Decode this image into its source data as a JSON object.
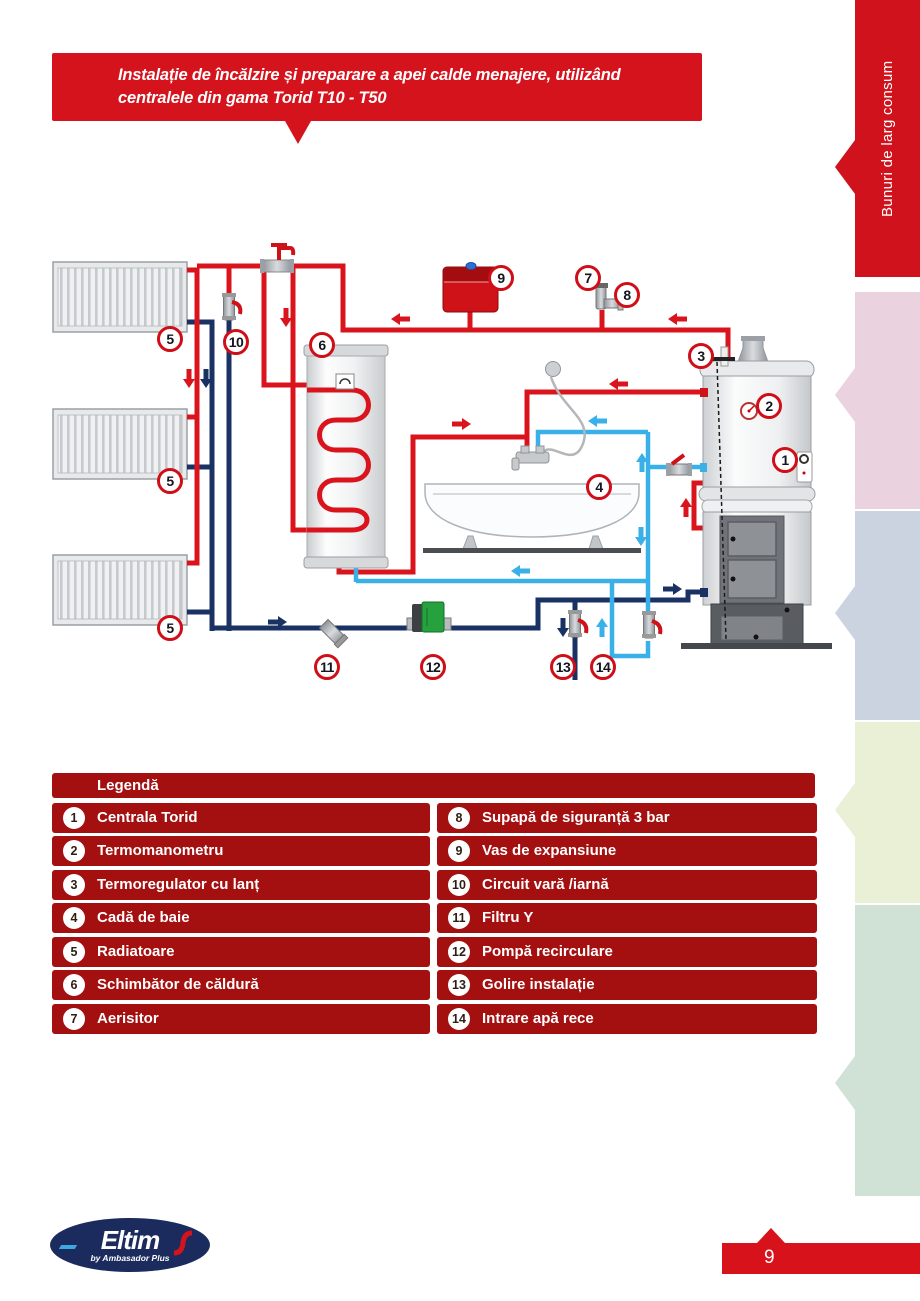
{
  "page": {
    "number": "9"
  },
  "banner": {
    "line1": "Instalație de încălzire și preparare a apei calde menajere, utilizând",
    "line2": "centralele din gama Torid T10 - T50"
  },
  "sidebar": {
    "active_label": "Bunuri de larg consum"
  },
  "legend": {
    "title": "Legendă",
    "left": [
      {
        "num": "1",
        "label": "Centrala Torid"
      },
      {
        "num": "2",
        "label": "Termomanometru"
      },
      {
        "num": "3",
        "label": "Termoregulator cu lanț"
      },
      {
        "num": "4",
        "label": "Cadă de baie"
      },
      {
        "num": "5",
        "label": "Radiatoare"
      },
      {
        "num": "6",
        "label": "Schimbător de căldură"
      },
      {
        "num": "7",
        "label": "Aerisitor"
      }
    ],
    "right": [
      {
        "num": "8",
        "label": "Supapă de siguranță 3 bar"
      },
      {
        "num": "9",
        "label": "Vas de expansiune"
      },
      {
        "num": "10",
        "label": "Circuit vară /iarnă"
      },
      {
        "num": "11",
        "label": "Filtru Y"
      },
      {
        "num": "12",
        "label": "Pompă recirculare"
      },
      {
        "num": "13",
        "label": "Golire instalație"
      },
      {
        "num": "14",
        "label": "Intrare apă rece"
      }
    ]
  },
  "diagram": {
    "callouts": [
      {
        "n": "1"
      },
      {
        "n": "2"
      },
      {
        "n": "3"
      },
      {
        "n": "4"
      },
      {
        "n": "5"
      },
      {
        "n": "5"
      },
      {
        "n": "5"
      },
      {
        "n": "6"
      },
      {
        "n": "7"
      },
      {
        "n": "8"
      },
      {
        "n": "9"
      },
      {
        "n": "10"
      },
      {
        "n": "11"
      },
      {
        "n": "12"
      },
      {
        "n": "13"
      },
      {
        "n": "14"
      }
    ],
    "colors": {
      "pipe_hot": "#d9141d",
      "pipe_return": "#1a3263",
      "pipe_cold": "#3ab0e8",
      "pump_green": "#27a13d",
      "accent_red": "#d5131c",
      "legend_red": "#a40f10"
    }
  },
  "footer": {
    "logo_main": "Eltim",
    "logo_sub": "by Ambasador Plus"
  }
}
